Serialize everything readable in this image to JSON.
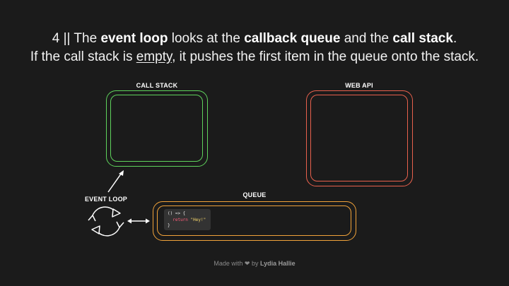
{
  "caption": {
    "line1": {
      "prefix": "4 || The ",
      "term1": "event loop",
      "mid1": " looks at the ",
      "term2": "callback queue",
      "mid2": " and the ",
      "term3": "call stack",
      "end": "."
    },
    "line2": {
      "prefix": "If the call stack is ",
      "emphasis": "empty",
      "rest": ", it pushes the first item in the queue onto the stack."
    }
  },
  "call_stack": {
    "label": "CALL STACK",
    "color": "#5fd35c"
  },
  "web_api": {
    "label": "WEB API",
    "color": "#e8614d"
  },
  "queue": {
    "label": "QUEUE",
    "color": "#f0a23a"
  },
  "event_loop": {
    "label": "EVENT LOOP",
    "icon": "cycle-arrows-icon"
  },
  "code_block": {
    "line1": "() => {",
    "line2_keyword": "return",
    "line2_string": "\"Hey!\"",
    "line3": "}"
  },
  "footer": {
    "prefix": "Made with",
    "heart": "❤",
    "by": "by",
    "author": "Lydia Hallie"
  }
}
